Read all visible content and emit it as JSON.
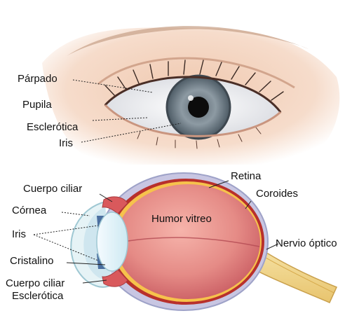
{
  "top_labels": {
    "eyelid": "Párpado",
    "pupil": "Pupila",
    "sclera": "Esclerótica",
    "iris": "Iris"
  },
  "section_labels": {
    "ciliary_body_top": "Cuerpo ciliar",
    "cornea": "Córnea",
    "iris": "Iris",
    "lens": "Cristalino",
    "ciliary_body_bottom": "Cuerpo ciliar",
    "sclera": "Esclerótica",
    "retina": "Retina",
    "choroid": "Coroides",
    "vitreous": "Humor vitreo",
    "optic_nerve": "Nervio óptico"
  },
  "colors": {
    "skin": "#f1d2bc",
    "iris": "#7e8c96",
    "pupil": "#0c0c0c",
    "vitreous": "#e48a86",
    "sclera_wall": "#c9c7e2",
    "retina": "#f6c24c",
    "choroid": "#b8302c",
    "nerve": "#f3d98c",
    "lens": "#dff2f8"
  }
}
